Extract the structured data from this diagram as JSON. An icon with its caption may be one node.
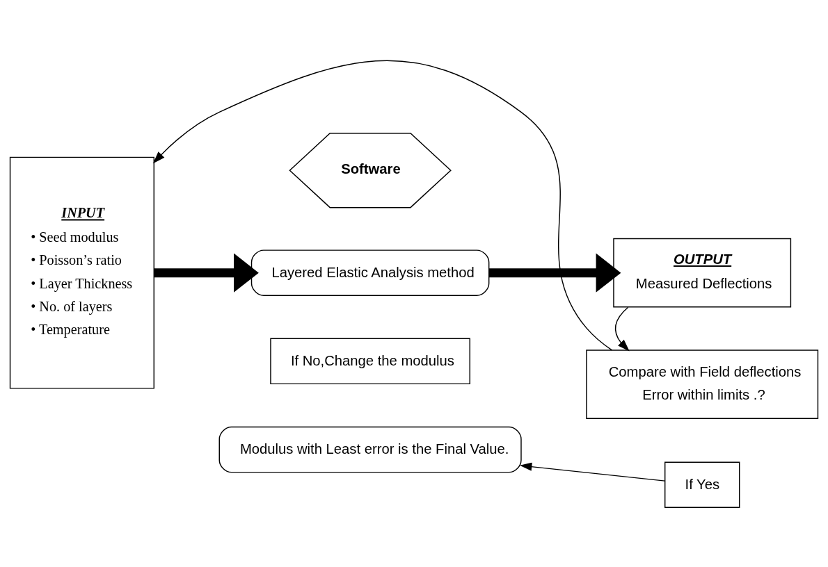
{
  "diagram": {
    "nodes": [
      {
        "text": [
          "INPUT",
          "• Seed modulus",
          "• Poisson’s ratio",
          "• Layer Thickness",
          "• No. of layers",
          "• Temperature"
        ]
      },
      {
        "text": [
          "Software"
        ]
      },
      {
        "text": [
          "Layered Elastic Analysis method"
        ]
      },
      {
        "text": [
          "OUTPUT",
          "Measured Deflections"
        ]
      },
      {
        "text": [
          "Compare with Field deflections",
          "Error within limits .?"
        ]
      },
      {
        "text": [
          "If No,Change the modulus"
        ]
      },
      {
        "text": [
          "Modulus with Least error is the Final Value."
        ]
      },
      {
        "text": [
          "If Yes"
        ]
      }
    ],
    "edges": [
      {
        "from": 0,
        "to": 2,
        "arrow": "to",
        "style": "thick"
      },
      {
        "from": 2,
        "to": 3,
        "arrow": "to",
        "style": "thick"
      },
      {
        "from": 3,
        "to": 4,
        "arrow": "to"
      },
      {
        "from": 4,
        "to": 0,
        "arrow": "to"
      },
      {
        "from": 7,
        "to": 6,
        "arrow": "to"
      }
    ]
  }
}
